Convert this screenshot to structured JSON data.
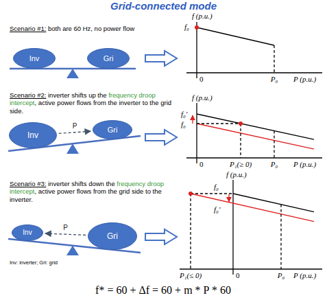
{
  "diagram": {
    "title": "Grid-connected mode",
    "nodes": [
      {
        "text": [
          "Inv"
        ]
      },
      {
        "text": [
          "Gri"
        ]
      },
      {
        "text": [
          "Inv"
        ]
      },
      {
        "text": [
          "Gri"
        ]
      },
      {
        "text": [
          "Inv"
        ]
      },
      {
        "text": [
          "Gri"
        ]
      }
    ],
    "edges": [
      {
        "from": 2,
        "to": 3,
        "label": "P",
        "arrow": "to"
      },
      {
        "from": 5,
        "to": 4,
        "label": "P",
        "arrow": "to"
      }
    ],
    "labels": [
      "Scenario #1:",
      "both are 60 Hz, no power flow",
      "Scenario #2:",
      "inverter shifts up the",
      "frequency droop intercept",
      ", active power flows from the inverter to the grid side.",
      "Scenario #3:",
      "inverter shifts down the",
      "frequency droop intercept",
      ", active power flows from the grid side to the inverter.",
      "Inv: inverter; Gri: grid",
      "f (p.u.)",
      "f₀",
      "0",
      "P₀",
      "P (p.u.)",
      "f (p.u.)",
      "f₀′",
      "f₀",
      "0",
      "P₁(≥ 0)",
      "P₀",
      "P (p.u.)",
      "f (p.u.)",
      "f₀",
      "f₀′",
      "P₁(≤ 0)",
      "0",
      "P₀",
      "P (p.u.)",
      "f* = 60 + Δf = 60 + m * P * 60"
    ]
  }
}
